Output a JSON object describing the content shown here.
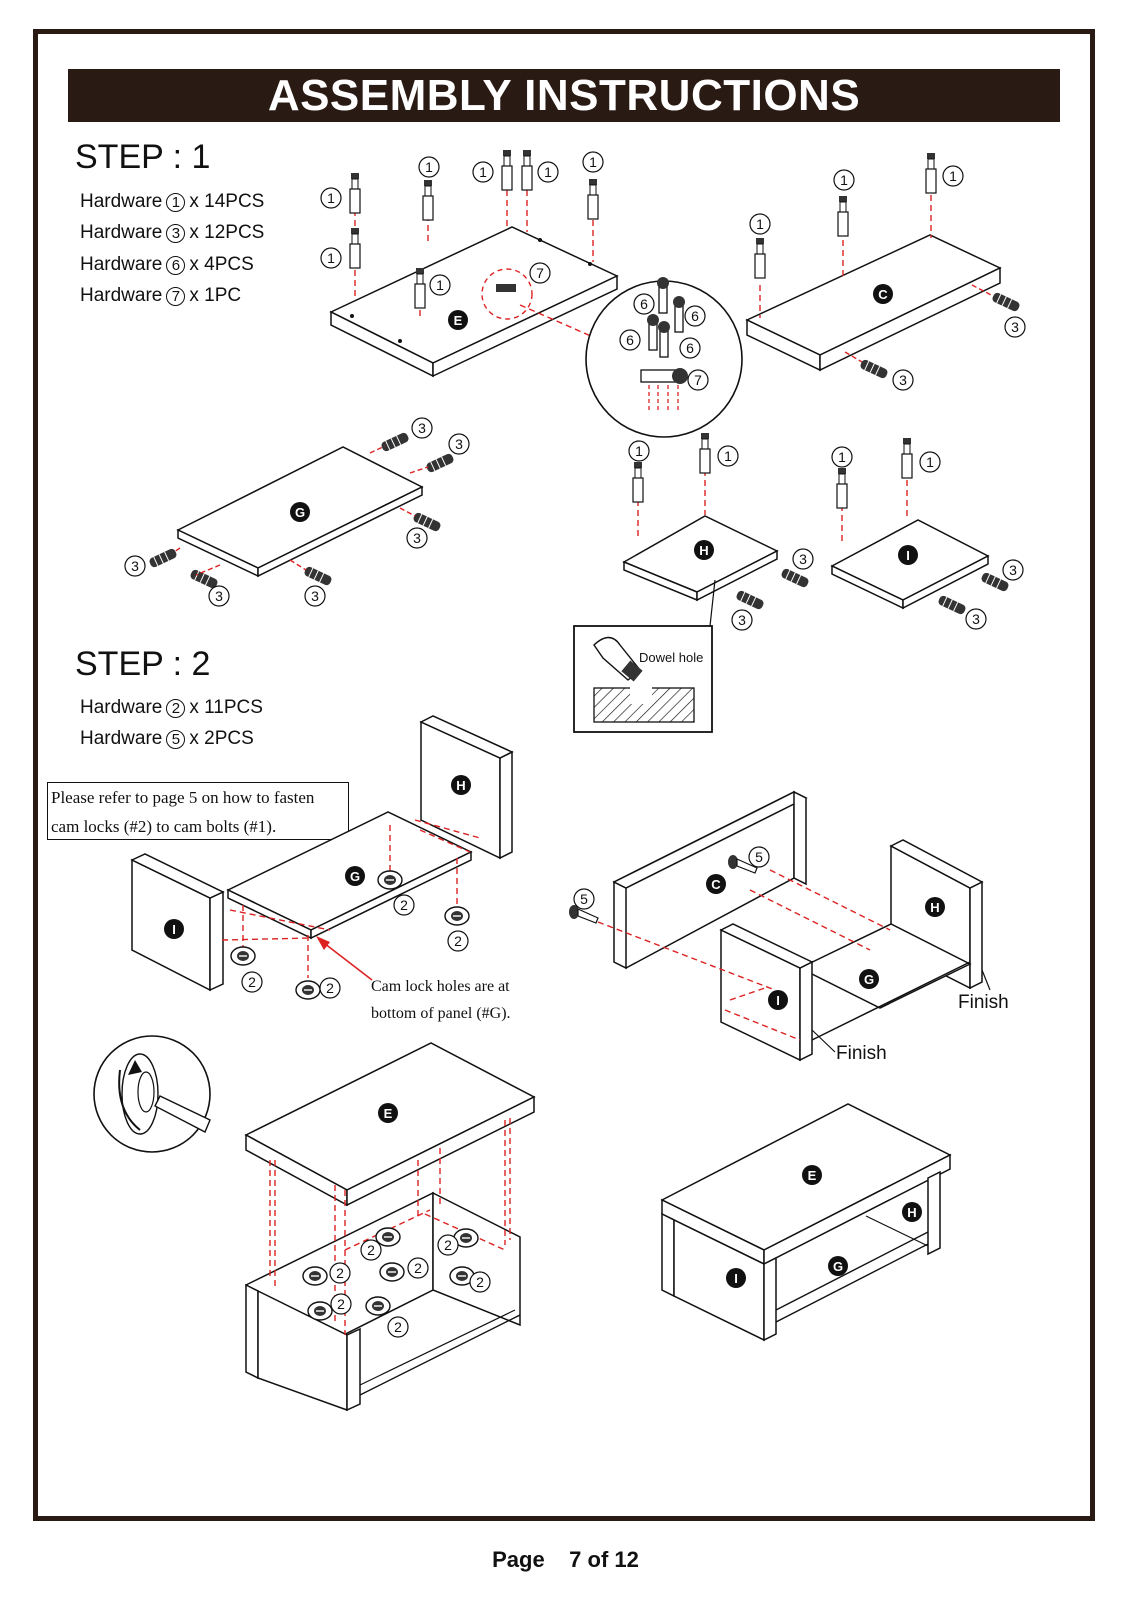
{
  "header": {
    "title": "ASSEMBLY INSTRUCTIONS"
  },
  "step1": {
    "heading": "STEP : 1",
    "hardware": [
      {
        "label": "Hardware",
        "num": "1",
        "qty": "x 14PCS"
      },
      {
        "label": "Hardware",
        "num": "3",
        "qty": "x 12PCS"
      },
      {
        "label": "Hardware",
        "num": "6",
        "qty": "x 4PCS"
      },
      {
        "label": "Hardware",
        "num": "7",
        "qty": "x 1PC"
      }
    ],
    "dowel_label": "Dowel hole"
  },
  "step2": {
    "heading": "STEP : 2",
    "hardware": [
      {
        "label": "Hardware",
        "num": "2",
        "qty": "x 11PCS"
      },
      {
        "label": "Hardware",
        "num": "5",
        "qty": "x 2PCS"
      }
    ],
    "note_line1": "Please refer to page 5 on how to fasten",
    "note_line2": "cam locks (#2) to cam bolts (#1).",
    "cam_note_line1": "Cam lock holes are at",
    "cam_note_line2": "bottom of panel (#G).",
    "finish_1": "Finish",
    "finish_2": "Finish"
  },
  "panels": {
    "E": "E",
    "C": "C",
    "G": "G",
    "H": "H",
    "I": "I"
  },
  "footer": {
    "page_label": "Page",
    "page_value": "7 of 12"
  }
}
